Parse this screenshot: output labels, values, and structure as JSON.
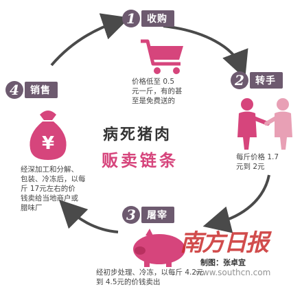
{
  "diagram": {
    "title_line1": "病死猪肉",
    "title_line2": "贩卖链条",
    "steps": [
      {
        "num": "1",
        "label": "收购",
        "desc_lines": [
          "价格低至 0.5",
          "元一斤，有的甚",
          "至是免费送的"
        ]
      },
      {
        "num": "2",
        "label": "转手",
        "desc_lines": [
          "每斤价格 1.7",
          "元到 2元"
        ]
      },
      {
        "num": "3",
        "label": "屠宰",
        "desc_lines": [
          "经初步处理、冷冻，以每斤 4.2元",
          "到 4.5元的价钱卖出"
        ]
      },
      {
        "num": "4",
        "label": "销售",
        "desc_lines": [
          "经深加工和分解、",
          "包装、冷冻后，以每",
          "斤 17元左右的价",
          "钱卖给当地商户或",
          "腊味厂"
        ]
      }
    ],
    "colors": {
      "accent": "#6d5a6f",
      "pink": "#d6457c",
      "arrow": "#4a4a4a"
    }
  },
  "watermark": {
    "logo_text": "南方日报",
    "url": "www.southcn.com",
    "credit": "制图：张卓宜"
  }
}
